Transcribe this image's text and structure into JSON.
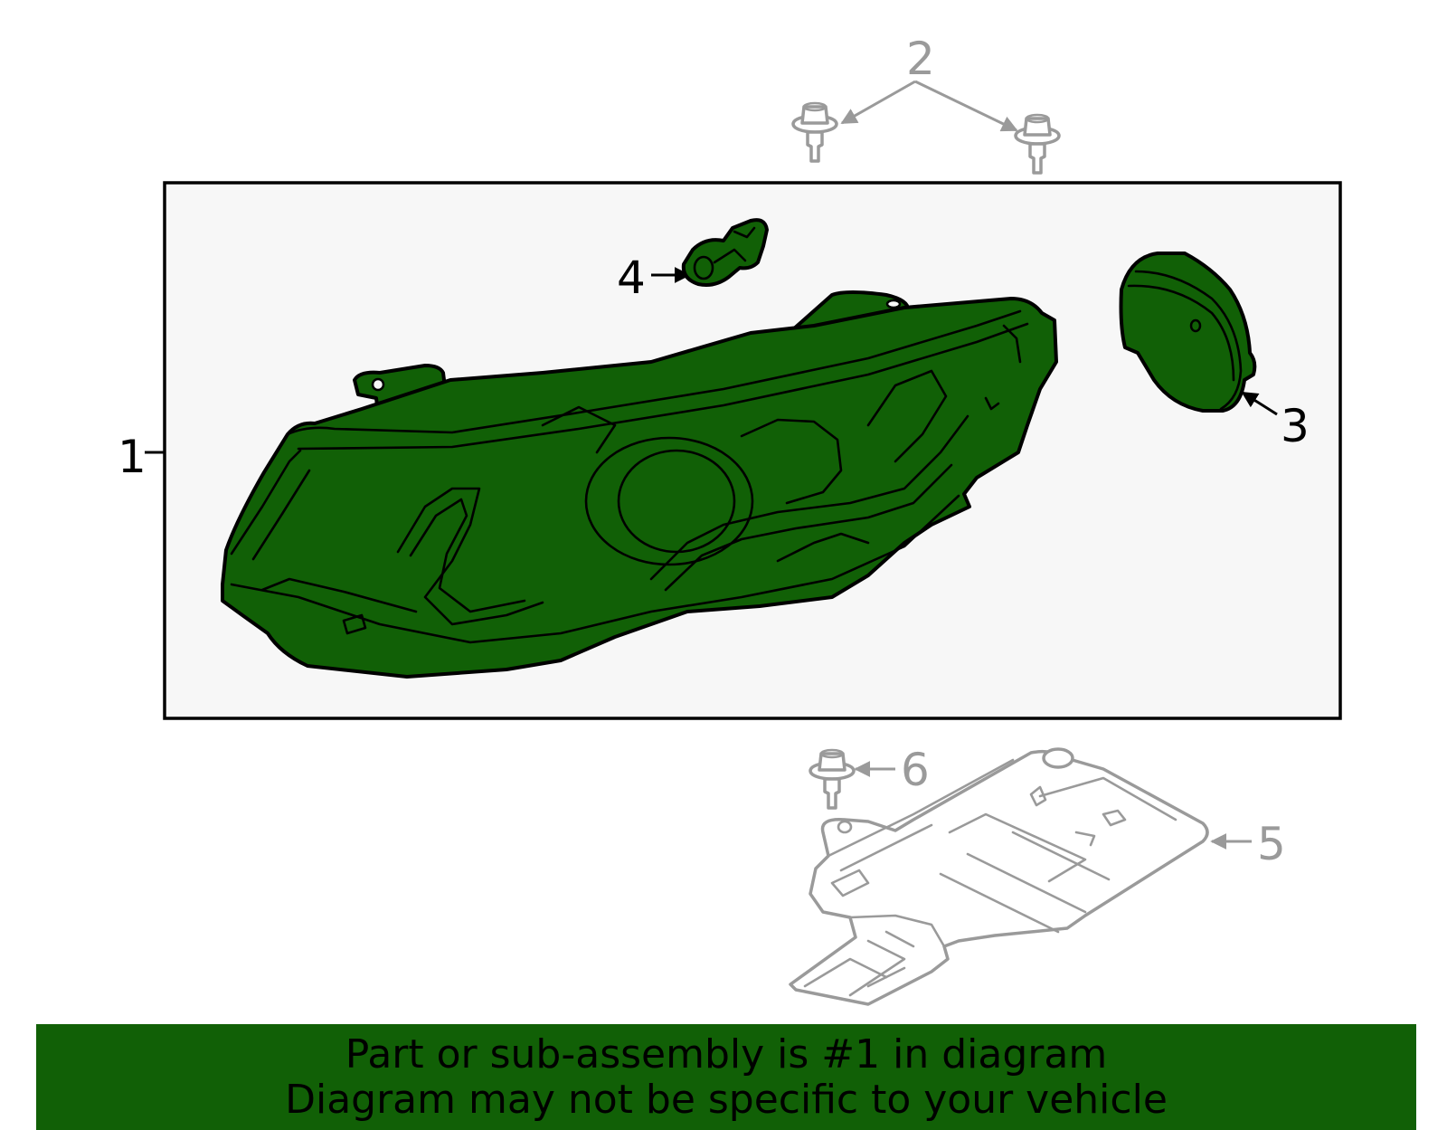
{
  "callouts": {
    "c1": "1",
    "c2": "2",
    "c3": "3",
    "c4": "4",
    "c5": "5",
    "c6": "6"
  },
  "colors": {
    "highlight": "#116006",
    "box_background": "#f7f7f7",
    "other_parts": "#9a9a9a",
    "outline": "#000000"
  },
  "footer": {
    "line1": "Part or sub-assembly is #1 in diagram",
    "line2": "Diagram may not be specific to your vehicle"
  }
}
